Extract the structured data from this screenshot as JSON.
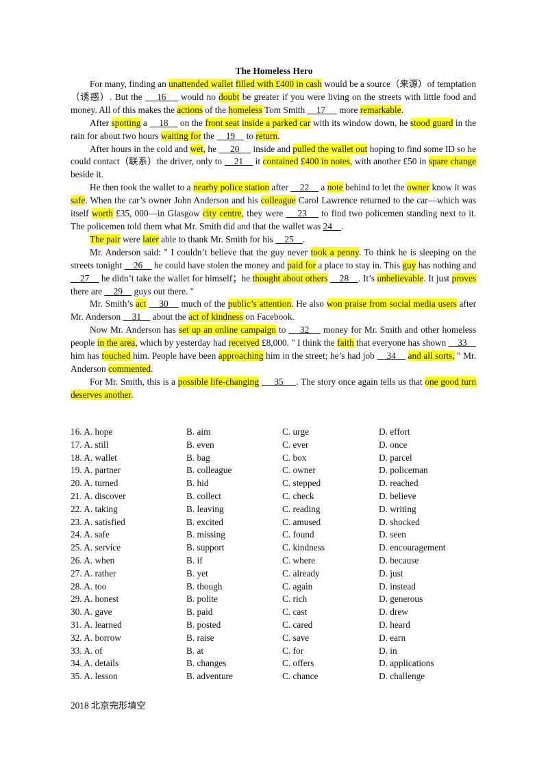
{
  "title": "The Homeless Hero",
  "paragraphs": [
    [
      {
        "t": "For many, finding an "
      },
      {
        "t": "unattended wallet",
        "h": true
      },
      {
        "t": " "
      },
      {
        "t": "filled with £400  in cash",
        "h": true
      },
      {
        "t": " would be a source（来源）of temptation（诱惑）. But the "
      },
      {
        "t": "    16    ",
        "b": true
      },
      {
        "t": " would no "
      },
      {
        "t": "doubt",
        "h": true
      },
      {
        "t": " be greater if you were living on the streets with little food and money. All of this makes the "
      },
      {
        "t": "actions",
        "h": true
      },
      {
        "t": " of the "
      },
      {
        "t": "homeless",
        "h": true
      },
      {
        "t": " Tom Smith "
      },
      {
        "t": "    17     ",
        "b": true
      },
      {
        "t": " more "
      },
      {
        "t": "remarkable",
        "h": true
      },
      {
        "t": "."
      }
    ],
    [
      {
        "t": "After "
      },
      {
        "t": "spotting",
        "h": true
      },
      {
        "t": " a "
      },
      {
        "t": "    18    ",
        "b": true
      },
      {
        "t": " on the "
      },
      {
        "t": "front seat",
        "h": true
      },
      {
        "t": " "
      },
      {
        "t": "inside a parked car",
        "h": true
      },
      {
        "t": " with its window down, he "
      },
      {
        "t": "stood guard",
        "h": true
      },
      {
        "t": " in the rain for about two hours "
      },
      {
        "t": "waiting for",
        "h": true
      },
      {
        "t": " the "
      },
      {
        "t": "    19    ",
        "b": true
      },
      {
        "t": " to "
      },
      {
        "t": "return",
        "h": true
      },
      {
        "t": "."
      }
    ],
    [
      {
        "t": "After hours in the cold and "
      },
      {
        "t": "wet",
        "h": true
      },
      {
        "t": ", he "
      },
      {
        "t": "     20     ",
        "b": true
      },
      {
        "t": " inside and "
      },
      {
        "t": "pulled the wallet out",
        "h": true
      },
      {
        "t": " hoping to find some ID so he could contact（联系）the driver, only to "
      },
      {
        "t": "    21    ",
        "b": true
      },
      {
        "t": " it "
      },
      {
        "t": "contained",
        "h": true
      },
      {
        "t": " "
      },
      {
        "t": "£400 in notes",
        "h": true
      },
      {
        "t": ", with another £50 in "
      },
      {
        "t": "spare change",
        "h": true
      },
      {
        "t": " beside it."
      }
    ],
    [
      {
        "t": "He then took the wallet to a "
      },
      {
        "t": "nearby police station",
        "h": true
      },
      {
        "t": " after "
      },
      {
        "t": "    22    ",
        "b": true
      },
      {
        "t": " a "
      },
      {
        "t": "note",
        "h": true
      },
      {
        "t": " behind to let the "
      },
      {
        "t": "owner",
        "h": true
      },
      {
        "t": " know it was "
      },
      {
        "t": "safe",
        "h": true
      },
      {
        "t": ". When the car’s owner John Anderson and his "
      },
      {
        "t": "colleague",
        "h": true
      },
      {
        "t": " Carol Lawrence returned to the car—which was itself "
      },
      {
        "t": "worth",
        "h": true
      },
      {
        "t": " £35, 000—in Glasgow "
      },
      {
        "t": "city centre",
        "h": true
      },
      {
        "t": ", they were "
      },
      {
        "t": "    23    ",
        "b": true
      },
      {
        "t": " to find two policemen standing next to it. The policemen told them what Mr. Smith did and that the wallet was "
      },
      {
        "t": "24    ",
        "b": true
      },
      {
        "t": "."
      }
    ],
    [
      {
        "t": "The pair",
        "h": true
      },
      {
        "t": " were "
      },
      {
        "t": "later",
        "h": true
      },
      {
        "t": " able to thank Mr. Smith for his "
      },
      {
        "t": "    25    ",
        "b": true
      },
      {
        "t": "."
      }
    ],
    [
      {
        "t": "Mr. Anderson said:  \" I couldn’t believe that the guy never "
      },
      {
        "t": "took a penny",
        "h": true
      },
      {
        "t": ". To think he is sleeping on the streets tonight "
      },
      {
        "t": "    26    ",
        "b": true
      },
      {
        "t": " he could have stolen the money and "
      },
      {
        "t": "paid for",
        "h": true
      },
      {
        "t": " a place to stay in. This "
      },
      {
        "t": "guy",
        "h": true
      },
      {
        "t": " has nothing and "
      },
      {
        "t": "    27    ",
        "b": true
      },
      {
        "t": " he didn’t take the wallet for himself；he "
      },
      {
        "t": "thought about others",
        "h": true
      },
      {
        "t": " "
      },
      {
        "t": "    28    ",
        "b": true
      },
      {
        "t": ". It’s "
      },
      {
        "t": "unbelievable",
        "h": true
      },
      {
        "t": ". It just "
      },
      {
        "t": "proves",
        "h": true
      },
      {
        "t": " there are "
      },
      {
        "t": "    29    ",
        "b": true
      },
      {
        "t": " guys out there. \""
      }
    ],
    [
      {
        "t": "Mr. Smith’s "
      },
      {
        "t": "act",
        "h": true
      },
      {
        "t": " "
      },
      {
        "t": "    30    ",
        "b": true
      },
      {
        "t": " much of the "
      },
      {
        "t": "public’s attention",
        "h": true
      },
      {
        "t": ". He also "
      },
      {
        "t": "won praise from social media users",
        "h": true
      },
      {
        "t": " after Mr. Anderson "
      },
      {
        "t": "    31    ",
        "b": true
      },
      {
        "t": " about the "
      },
      {
        "t": "act of kindness",
        "h": true
      },
      {
        "t": " on Facebook."
      }
    ],
    [
      {
        "t": "Now Mr. Anderson has "
      },
      {
        "t": "set up an online campaign",
        "h": true
      },
      {
        "t": " to "
      },
      {
        "t": "    32    ",
        "b": true
      },
      {
        "t": " money for Mr. Smith and other homeless people "
      },
      {
        "t": "in the area",
        "h": true
      },
      {
        "t": ", which by yesterday had "
      },
      {
        "t": "received",
        "h": true
      },
      {
        "t": " £8,000.  \" I think the "
      },
      {
        "t": "faith",
        "h": true
      },
      {
        "t": " that everyone has shown "
      },
      {
        "t": "    33    ",
        "b": true
      },
      {
        "t": " him has "
      },
      {
        "t": "touched",
        "h": true
      },
      {
        "t": " him. People have been "
      },
      {
        "t": "approaching",
        "h": true
      },
      {
        "t": " him in the street; he’s had job "
      },
      {
        "t": "    34    ",
        "b": true
      },
      {
        "t": " "
      },
      {
        "t": "and all sorts,",
        "h": true
      },
      {
        "t": " \"  Mr. Anderson "
      },
      {
        "t": "commented",
        "h": true
      },
      {
        "t": "."
      }
    ],
    [
      {
        "t": "For Mr. Smith, this is a "
      },
      {
        "t": "possible life-changing",
        "h": true
      },
      {
        "t": " "
      },
      {
        "t": "     35     ",
        "b": true
      },
      {
        "t": ". The story once again tells us that "
      },
      {
        "t": "one good turn deserves another",
        "h": true
      },
      {
        "t": "."
      }
    ]
  ],
  "options": [
    [
      "16. A. hope",
      "B. aim",
      "C. urge",
      "D. effort"
    ],
    [
      "17. A. still",
      "B. even",
      "C. ever",
      "D. once"
    ],
    [
      "18. A. wallet",
      "B. bag",
      "C. box",
      "D. parcel"
    ],
    [
      "19. A. partner",
      "B. colleague",
      "C. owner",
      "D. policeman"
    ],
    [
      "20. A. turned",
      "B. hid",
      "C. stepped",
      "D. reached"
    ],
    [
      "21. A. discover",
      "B. collect",
      "C. check",
      "D. believe"
    ],
    [
      "22. A. taking",
      "B. leaving",
      "C. reading",
      "D. writing"
    ],
    [
      "23. A. satisfied",
      "B. excited",
      "C. amused",
      "D. shocked"
    ],
    [
      "24. A. safe",
      "B. missing",
      "C. found",
      "D. seen"
    ],
    [
      "25. A. service",
      "B. support",
      "C. kindness",
      "D. encouragement"
    ],
    [
      "26. A. when",
      "B. if",
      "C. where",
      "D. because"
    ],
    [
      "27. A. rather",
      "B. yet",
      "C. already",
      "D. just"
    ],
    [
      "28. A. too",
      "B. though",
      "C. again",
      "D. instead"
    ],
    [
      "29. A. honest",
      "B. polite",
      "C. rich",
      "D. generous"
    ],
    [
      "30. A. gave",
      "B. paid",
      "C. cast",
      "D. drew"
    ],
    [
      "31. A. learned",
      "B. posted",
      "C. cared",
      "D. heard"
    ],
    [
      "32. A. borrow",
      "B. raise",
      "C. save",
      "D. earn"
    ],
    [
      "33. A. of",
      "B. at",
      "C. for",
      "D. in"
    ],
    [
      "34. A. details",
      "B. changes",
      "C. offers",
      "D. applications"
    ],
    [
      "35. A. lesson",
      "B. adventure",
      "C. chance",
      "D. challenge"
    ]
  ],
  "footer": "2018 北京完形填空",
  "colors": {
    "highlight": "#ffff1a",
    "text": "#111111"
  }
}
